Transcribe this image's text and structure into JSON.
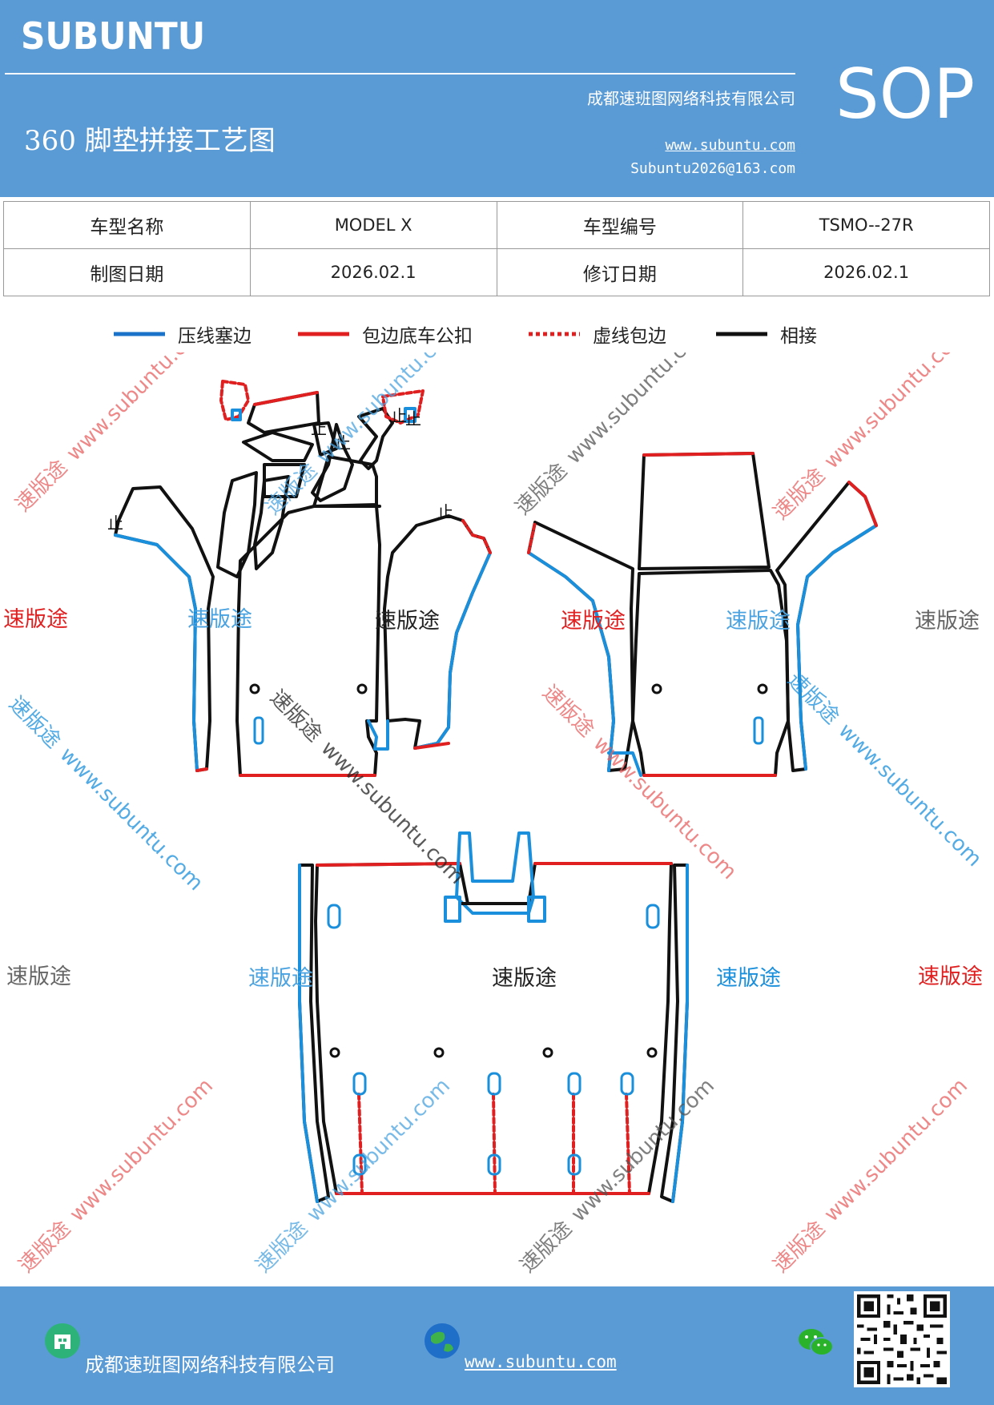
{
  "header": {
    "brand": "SUBUNTU",
    "company": "成都速班图网络科技有限公司",
    "title": "360 脚垫拼接工艺图",
    "url": "www.subuntu.com",
    "email": "Subuntu2026@163.com",
    "badge": "SOP"
  },
  "info_table": {
    "row1": {
      "label1": "车型名称",
      "value1": "MODEL X",
      "label2": "车型编号",
      "value2": "TSMO--27R"
    },
    "row2": {
      "label1": "制图日期",
      "value1": "2026.02.1",
      "label2": "修订日期",
      "value2": "2026.02.1"
    }
  },
  "legend": [
    {
      "label": "压线塞边",
      "color": "#1a73c8",
      "style": "solid"
    },
    {
      "label": "包边底车公扣",
      "color": "#e02020",
      "style": "solid"
    },
    {
      "label": "虚线包边",
      "color": "#e02020",
      "style": "dashed"
    },
    {
      "label": "相接",
      "color": "#111111",
      "style": "solid"
    }
  ],
  "labels": {
    "piece_label": "速版途",
    "stop_mark": "止",
    "watermark_url": "www.subuntu.com"
  },
  "colors": {
    "header_bg": "#5b9bd5",
    "blue_edge": "#1a8fdc",
    "red_edge": "#e02020",
    "join": "#111111"
  },
  "footer": {
    "company": "成都速班图网络科技有限公司",
    "url": "www.subuntu.com"
  }
}
